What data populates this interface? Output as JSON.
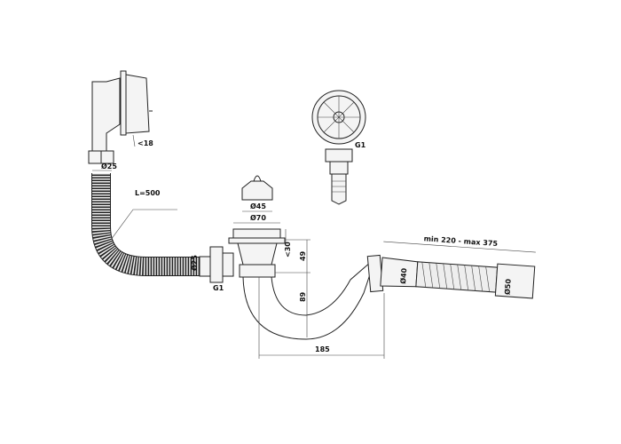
{
  "drawing": {
    "labels": {
      "overflow_angle": "<18",
      "overflow_pipe_diameter": "Ø25",
      "hose_length": "L=500",
      "hose_end_diameter": "Ø25",
      "left_thread": "G1",
      "grate_thread": "G1",
      "stopper_diameter": "Ø45",
      "flange_diameter": "Ø70",
      "flange_thickness": "<30",
      "height_upper": "49",
      "height_lower": "89",
      "trap_width": "185",
      "outlet_length": "min 220 - max 375",
      "outlet_inner_diameter": "Ø40",
      "outlet_outer_diameter": "Ø50"
    }
  }
}
